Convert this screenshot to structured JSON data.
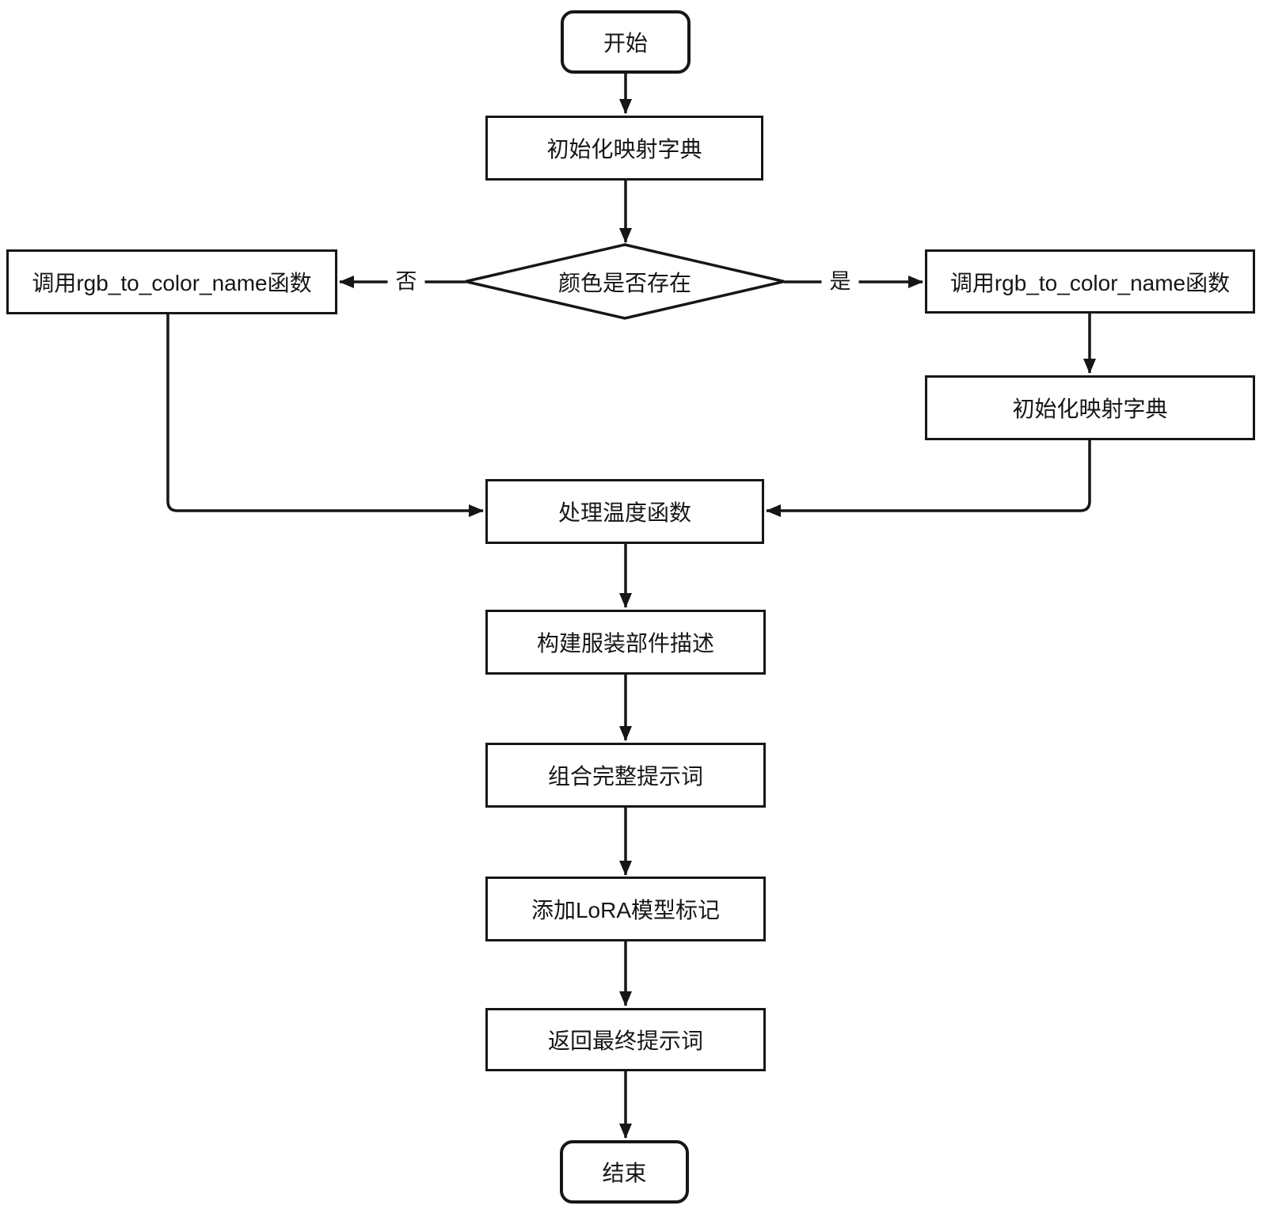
{
  "diagram": {
    "type": "flowchart",
    "colors": {
      "stroke": "#161616",
      "background": "#ffffff",
      "text": "#161616"
    },
    "nodes": {
      "start": {
        "label": "开始",
        "shape": "rounded"
      },
      "init_dict": {
        "label": "初始化映射字典",
        "shape": "rect"
      },
      "decision": {
        "label": "颜色是否存在",
        "shape": "diamond"
      },
      "call_rgb_left": {
        "label": "调用rgb_to_color_name函数",
        "shape": "rect"
      },
      "call_rgb_right": {
        "label": "调用rgb_to_color_name函数",
        "shape": "rect"
      },
      "init_dict_right": {
        "label": "初始化映射字典",
        "shape": "rect"
      },
      "process_temp": {
        "label": "处理温度函数",
        "shape": "rect"
      },
      "build_parts": {
        "label": "构建服装部件描述",
        "shape": "rect"
      },
      "combine_prompt": {
        "label": "组合完整提示词",
        "shape": "rect"
      },
      "add_lora": {
        "label": "添加LoRA模型标记",
        "shape": "rect"
      },
      "return_prompt": {
        "label": "返回最终提示词",
        "shape": "rect"
      },
      "end": {
        "label": "结束",
        "shape": "rounded"
      }
    },
    "edge_labels": {
      "no": "否",
      "yes": "是"
    }
  }
}
